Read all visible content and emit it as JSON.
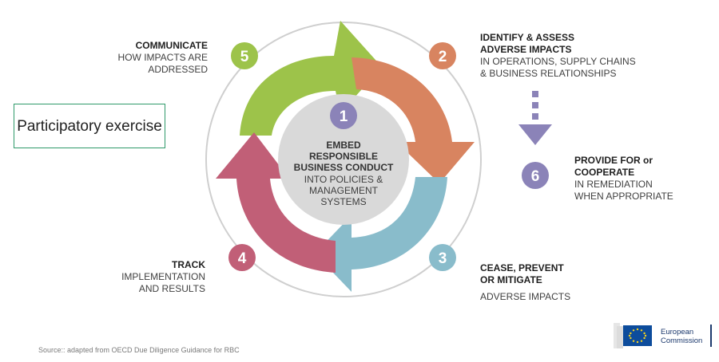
{
  "steps": {
    "s1": {
      "num": "1",
      "title": [
        "EMBED",
        "RESPONSIBLE",
        "BUSINESS CONDUCT"
      ],
      "sub": [
        "INTO POLICIES &",
        "MANAGEMENT",
        "SYSTEMS"
      ]
    },
    "s2": {
      "num": "2",
      "title": [
        "IDENTIFY & ASSESS",
        "ADVERSE IMPACTS"
      ],
      "sub": [
        "IN OPERATIONS, SUPPLY CHAINS",
        "& BUSINESS RELATIONSHIPS"
      ]
    },
    "s3": {
      "num": "3",
      "title": [
        "CEASE, PREVENT",
        "OR MITIGATE"
      ],
      "sub": [
        "ADVERSE IMPACTS"
      ]
    },
    "s4": {
      "num": "4",
      "title": [
        "TRACK"
      ],
      "sub": [
        "IMPLEMENTATION",
        "AND RESULTS"
      ]
    },
    "s5": {
      "num": "5",
      "title": [
        "COMMUNICATE"
      ],
      "sub": [
        "HOW IMPACTS ARE",
        "ADDRESSED"
      ]
    },
    "s6": {
      "num": "6",
      "title": [
        "PROVIDE FOR or",
        "COOPERATE"
      ],
      "sub": [
        "IN REMEDIATION",
        "WHEN APPROPRIATE"
      ]
    }
  },
  "participatory": "Participatory exercise",
  "source": "Source:: adapted from OECD Due Diligence Guidance for RBC",
  "logo": {
    "line1": "European",
    "line2": "Commission"
  },
  "colors": {
    "green": "#9dc34a",
    "orange": "#d88460",
    "teal": "#89bccb",
    "rose": "#c15f77",
    "center": "#d9d9d9",
    "purple": "#8b83b8",
    "ring": "#cfcfcf",
    "ec_blue": "#0d4c9c",
    "ec_yellow": "#f6d21e"
  }
}
